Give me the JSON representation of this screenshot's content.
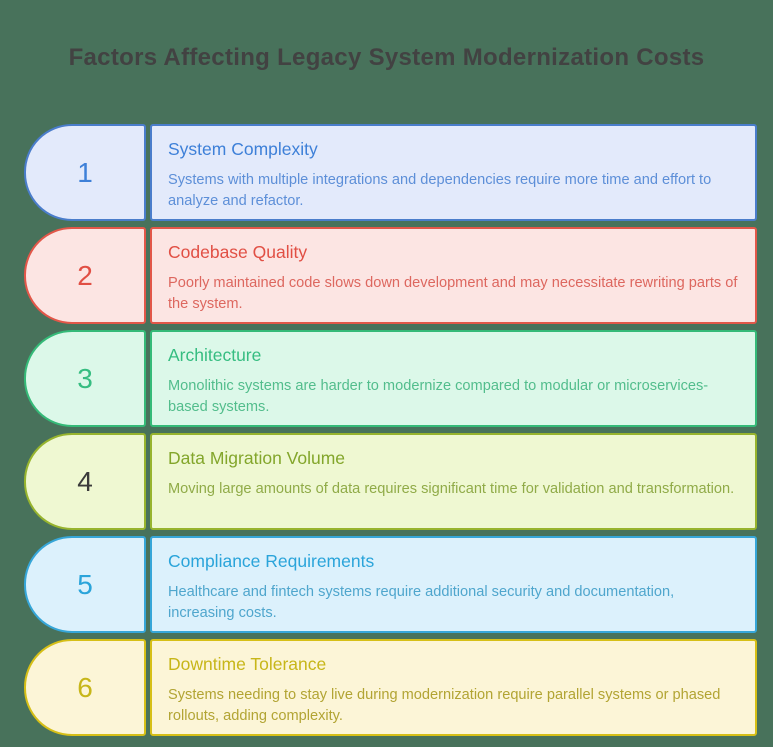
{
  "page": {
    "title": "Factors Affecting Legacy System Modernization Costs",
    "background_color": "#48725b",
    "title_color": "#424242"
  },
  "factors": [
    {
      "number": "1",
      "title": "System Complexity",
      "description": "Systems with multiple integrations and dependencies require more time and effort to analyze and refactor.",
      "colors": {
        "border": "#4a7dcb",
        "fill": "#e3eafb",
        "title": "#3e80d8",
        "text": "#5d8fd8",
        "number": "#3e80d8"
      }
    },
    {
      "number": "2",
      "title": "Codebase Quality",
      "description": "Poorly maintained code slows down development and may necessitate rewriting parts of the system.",
      "colors": {
        "border": "#e25749",
        "fill": "#fce5e3",
        "title": "#e14f44",
        "text": "#dd675f",
        "number": "#e14f44"
      }
    },
    {
      "number": "3",
      "title": "Architecture",
      "description": "Monolithic systems are harder to modernize compared to modular or microservices-based systems.",
      "colors": {
        "border": "#35ba78",
        "fill": "#dcf8e9",
        "title": "#36bd81",
        "text": "#52bd8c",
        "number": "#36bd81"
      }
    },
    {
      "number": "4",
      "title": "Data Migration Volume",
      "description": "Moving large amounts of data requires significant time for validation and transformation.",
      "colors": {
        "border": "#97b42e",
        "fill": "#eff8d2",
        "title": "#83a62b",
        "text": "#90ab48",
        "number": "#3b3b3b"
      }
    },
    {
      "number": "5",
      "title": "Compliance Requirements",
      "description": "Healthcare and fintech systems require additional security and documentation, increasing costs.",
      "colors": {
        "border": "#36a6d8",
        "fill": "#dcf1fc",
        "title": "#2aa4da",
        "text": "#4fa6cd",
        "number": "#2aa4da"
      }
    },
    {
      "number": "6",
      "title": "Downtime Tolerance",
      "description": "Systems needing to stay live during modernization require parallel systems or phased rollouts, adding complexity.",
      "colors": {
        "border": "#d6bf17",
        "fill": "#fcf5d7",
        "title": "#c7b619",
        "text": "#b2a433",
        "number": "#c7b619"
      }
    }
  ]
}
